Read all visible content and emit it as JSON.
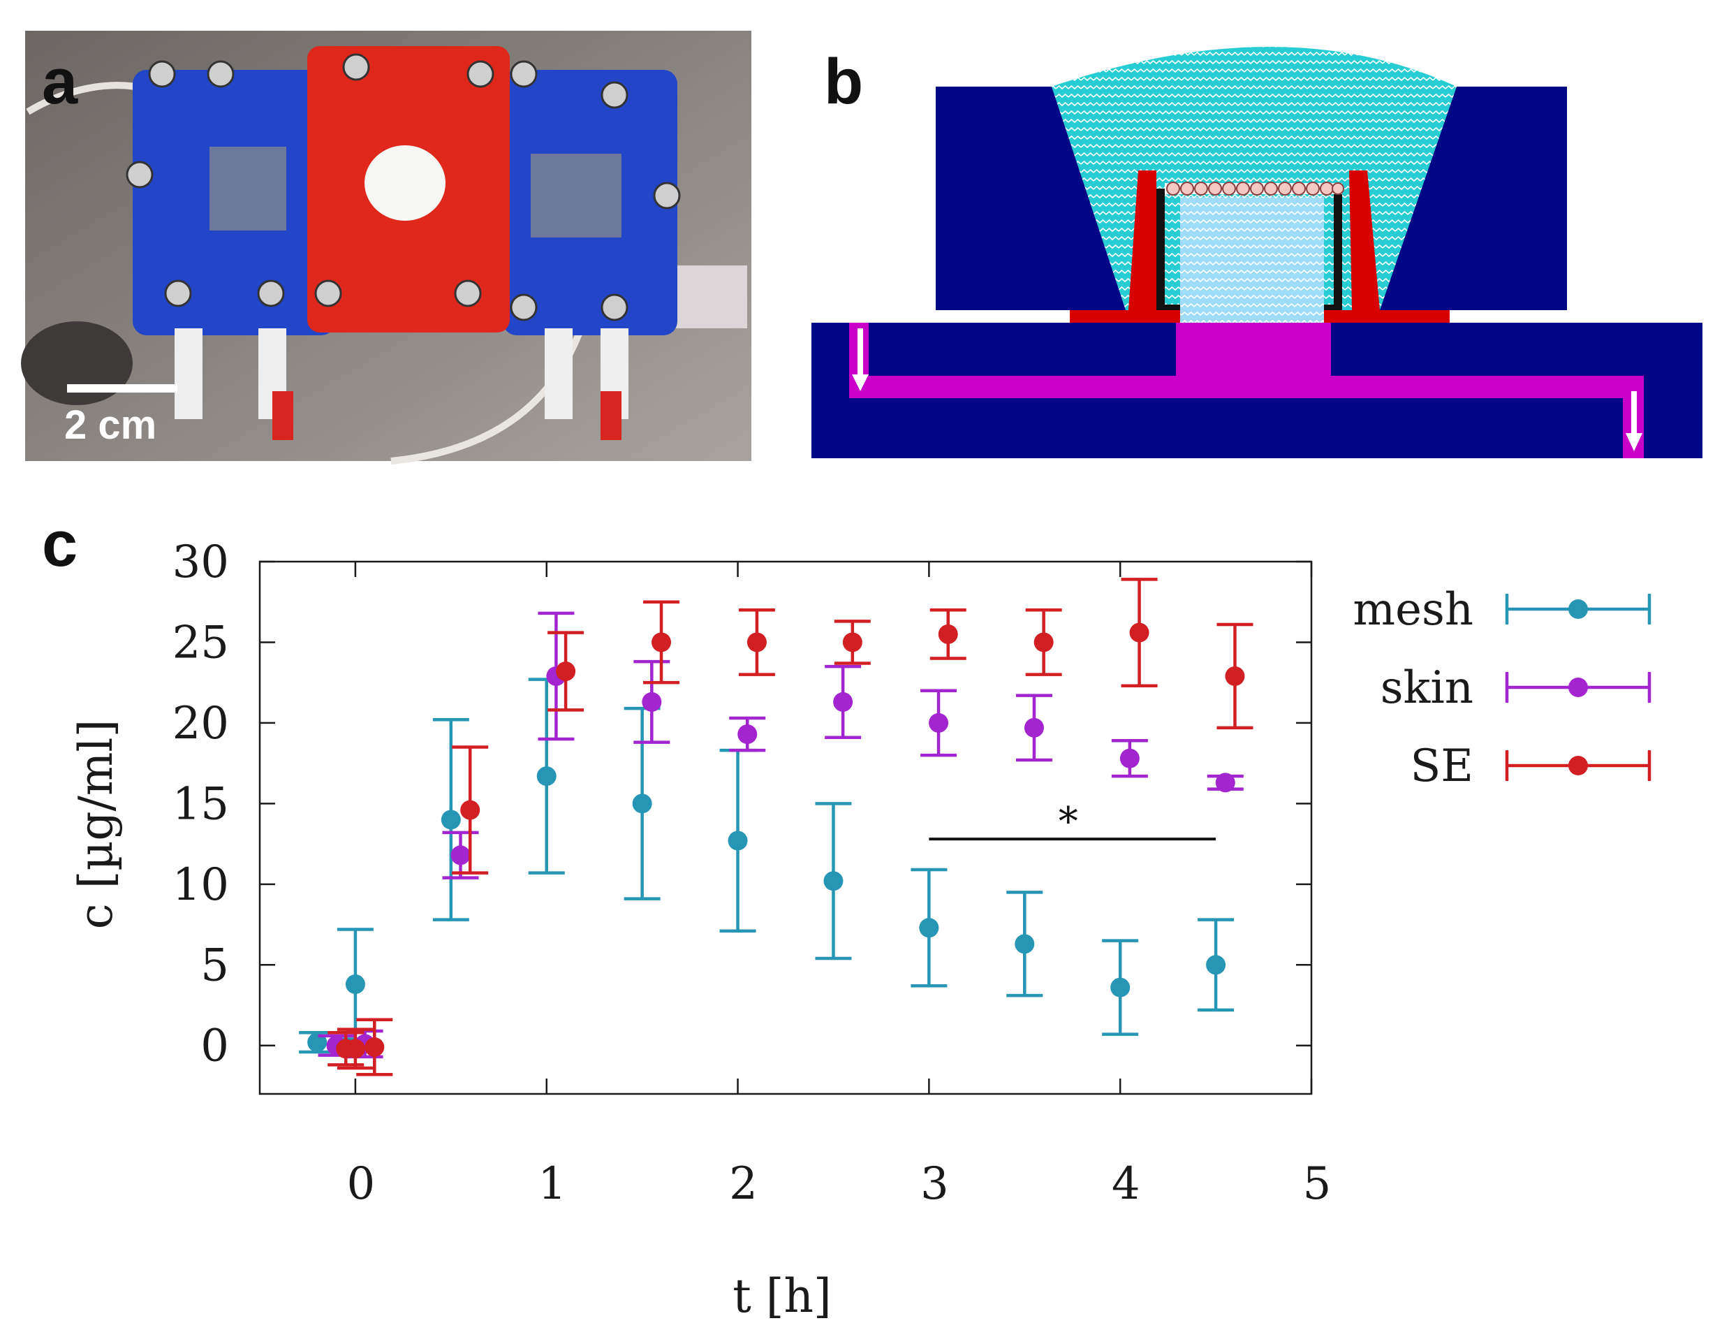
{
  "figure": {
    "panel_letters": [
      "a",
      "b",
      "c"
    ],
    "scale_bar_label": "2 cm",
    "significance_marker": "*"
  },
  "colors": {
    "mesh": "#2796b5",
    "skin": "#a225cf",
    "SE": "#d11f24",
    "diagram_navy": "#000685",
    "diagram_cyan": "#27cdd3",
    "diagram_magenta": "#c800c8",
    "diagram_red": "#d90000",
    "diagram_lightblue": "#9fdcf7"
  },
  "chart_data": {
    "type": "scatter",
    "xlabel": "t [h]",
    "ylabel": "c [µg/ml]",
    "xlim": [
      -0.5,
      5
    ],
    "ylim": [
      -3,
      30
    ],
    "xticks": [
      "0",
      "1",
      "2",
      "3",
      "4",
      "5"
    ],
    "yticks": [
      "0",
      "5",
      "10",
      "15",
      "20",
      "25",
      "30"
    ],
    "grid": false,
    "legend_position": "right",
    "significance": {
      "label": "*",
      "x_from": 3,
      "x_to": 4.5,
      "y": 12.8
    },
    "series": [
      {
        "name": "mesh",
        "color": "#2796b5",
        "x": [
          -0.2,
          0.0,
          0.5,
          1.0,
          1.5,
          2.0,
          2.5,
          3.0,
          3.5,
          4.0,
          4.5
        ],
        "y": [
          0.2,
          3.8,
          14.0,
          16.7,
          15.0,
          12.7,
          10.2,
          7.3,
          6.3,
          3.6,
          5.0
        ],
        "err": [
          0.6,
          3.4,
          6.2,
          6.0,
          5.9,
          5.6,
          4.8,
          3.6,
          3.2,
          2.9,
          2.8
        ]
      },
      {
        "name": "skin",
        "color": "#a225cf",
        "x": [
          -0.1,
          0.05,
          0.55,
          1.05,
          1.55,
          2.05,
          2.55,
          3.05,
          3.55,
          4.05,
          4.55
        ],
        "y": [
          0.0,
          0.1,
          11.8,
          22.9,
          21.3,
          19.3,
          21.3,
          20.0,
          19.7,
          17.8,
          16.3
        ],
        "err": [
          0.6,
          0.8,
          1.4,
          3.9,
          2.5,
          1.0,
          2.2,
          2.0,
          2.0,
          1.1,
          0.4
        ]
      },
      {
        "name": "SE",
        "color": "#d11f24",
        "x": [
          -0.05,
          0.0,
          0.1,
          0.6,
          1.1,
          1.6,
          2.1,
          2.6,
          3.1,
          3.6,
          4.1,
          4.6
        ],
        "y": [
          -0.2,
          -0.2,
          -0.1,
          14.6,
          23.2,
          25.0,
          25.0,
          25.0,
          25.5,
          25.0,
          25.6,
          22.9
        ],
        "err": [
          1.0,
          1.2,
          1.7,
          3.9,
          2.4,
          2.5,
          2.0,
          1.3,
          1.5,
          2.0,
          3.3,
          3.2
        ]
      }
    ]
  }
}
